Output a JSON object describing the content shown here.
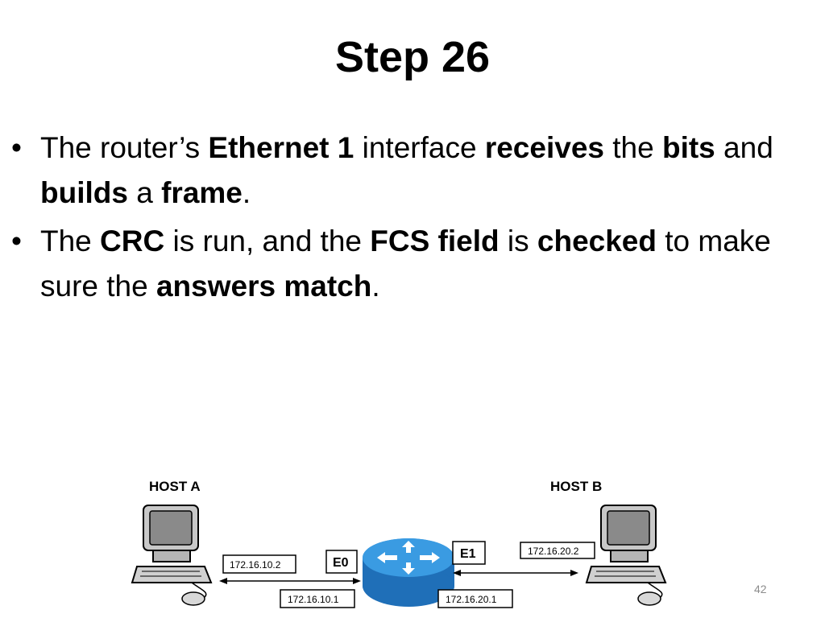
{
  "slide": {
    "title": "Step 26",
    "page_number": "42"
  },
  "bullets": [
    {
      "runs": [
        {
          "text": "The router’s ",
          "bold": false
        },
        {
          "text": "Ethernet 1",
          "bold": true
        },
        {
          "text": " interface ",
          "bold": false
        },
        {
          "text": "receives",
          "bold": true
        },
        {
          "text": " the ",
          "bold": false
        },
        {
          "text": "bits",
          "bold": true
        },
        {
          "text": " and ",
          "bold": false
        },
        {
          "text": "builds",
          "bold": true
        },
        {
          "text": " a ",
          "bold": false
        },
        {
          "text": "frame",
          "bold": true
        },
        {
          "text": ".",
          "bold": false
        }
      ]
    },
    {
      "runs": [
        {
          "text": "The ",
          "bold": false
        },
        {
          "text": "CRC",
          "bold": true
        },
        {
          "text": " is run, and the ",
          "bold": false
        },
        {
          "text": "FCS field",
          "bold": true
        },
        {
          "text": " is ",
          "bold": false
        },
        {
          "text": "checked",
          "bold": true
        },
        {
          "text": " to make sure the ",
          "bold": false
        },
        {
          "text": "answers match",
          "bold": true
        },
        {
          "text": ".",
          "bold": false
        }
      ]
    }
  ],
  "diagram": {
    "host_a_label": "HOST A",
    "host_b_label": "HOST B",
    "host_a_ip": "172.16.10.2",
    "router_e0_ip": "172.16.10.1",
    "router_e0_label": "E0",
    "router_e1_label": "E1",
    "router_e1_ip": "172.16.20.1",
    "host_b_ip": "172.16.20.2",
    "colors": {
      "router_blue": "#2f8fd8",
      "monitor_body": "#c8c8c8",
      "screen": "#8a8a8a"
    },
    "icons": [
      "computer-icon",
      "router-icon"
    ]
  }
}
